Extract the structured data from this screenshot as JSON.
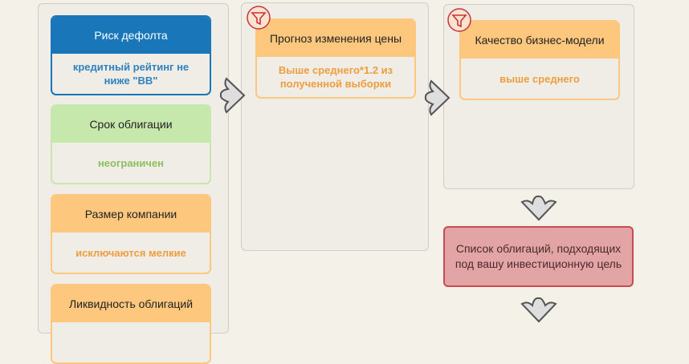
{
  "criteria": [
    {
      "title": "Риск дефолта",
      "value": "кредитный рейтинг не ниже \"BB\""
    },
    {
      "title": "Срок облигации",
      "value": "неограничен"
    },
    {
      "title": "Размер компании",
      "value": "исключаются мелкие"
    },
    {
      "title": "Ликвидность облигаций",
      "value": ""
    }
  ],
  "filters": [
    {
      "title": "Прогноз изменения цены",
      "value": "Выше среднего*1.2 из полученной выборки"
    },
    {
      "title": "Качество бизнес-модели",
      "value": "выше среднего"
    }
  ],
  "result": "Список облигаций, подходящих под вашу инвестиционную цель",
  "colors": {
    "blue": "#1976b8",
    "green": "#c7e8ad",
    "orange": "#fdc77d",
    "red": "#e3a4a6"
  }
}
